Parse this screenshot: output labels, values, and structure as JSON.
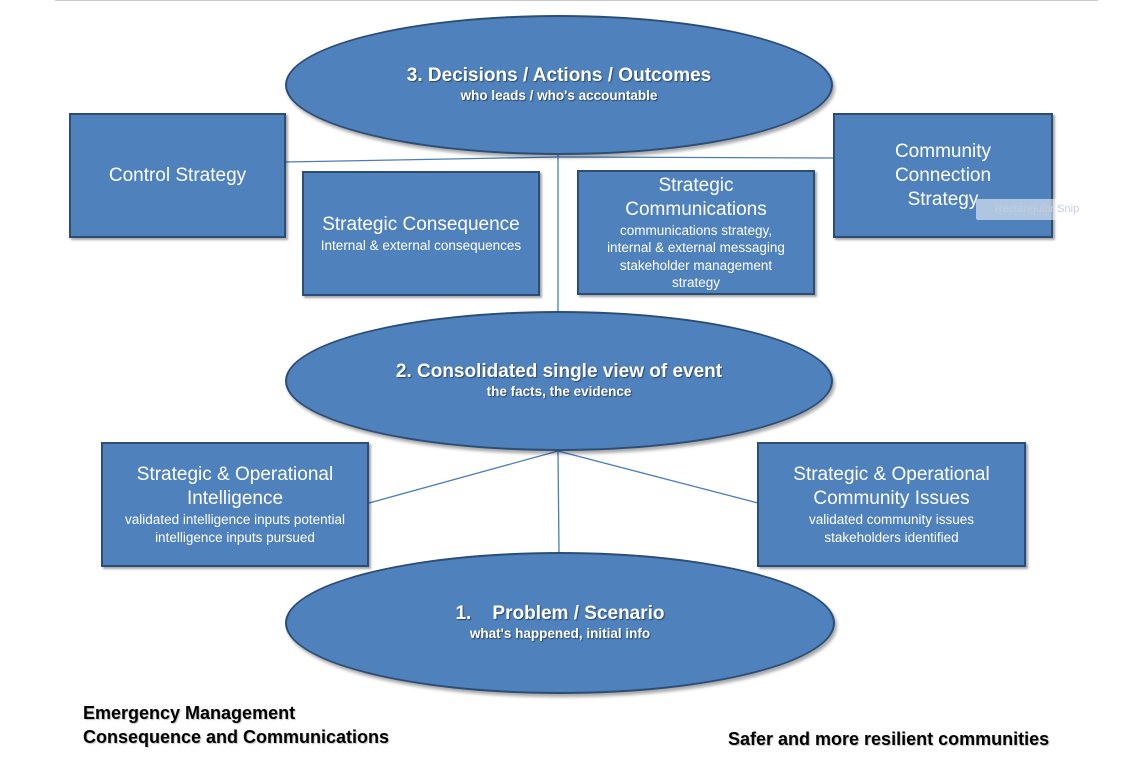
{
  "diagram": {
    "top_ellipse": {
      "title": "3. Decisions / Actions / Outcomes",
      "subtitle": "who leads / who's accountable"
    },
    "middle_ellipse": {
      "title": "2. Consolidated single view of event",
      "subtitle": "the facts, the evidence"
    },
    "bottom_ellipse": {
      "title": "1.    Problem / Scenario",
      "subtitle": "what's happened, initial info"
    },
    "boxes": {
      "control_strategy": {
        "title": "Control Strategy"
      },
      "community_connection": {
        "title": "Community Connection Strategy"
      },
      "strategic_consequence": {
        "title": "Strategic Consequence",
        "subtitle": "Internal & external consequences"
      },
      "strategic_communications": {
        "title": "Strategic Communications",
        "subtitle": "communications strategy, internal & external messaging stakeholder management strategy"
      },
      "intelligence": {
        "title": "Strategic & Operational Intelligence",
        "subtitle": "validated intelligence inputs potential intelligence inputs pursued"
      },
      "community_issues": {
        "title": "Strategic & Operational Community Issues",
        "subtitle": "validated community issues stakeholders identified"
      }
    },
    "overlay_ghost": "Rectangular Snip"
  },
  "footer": {
    "left_line1": "Emergency Management",
    "left_line2": "Consequence and Communications",
    "right": "Safer and more resilient communities"
  },
  "colors": {
    "fill": "#4f81bd",
    "border": "#2c4d75",
    "line": "#4a7ebb"
  }
}
